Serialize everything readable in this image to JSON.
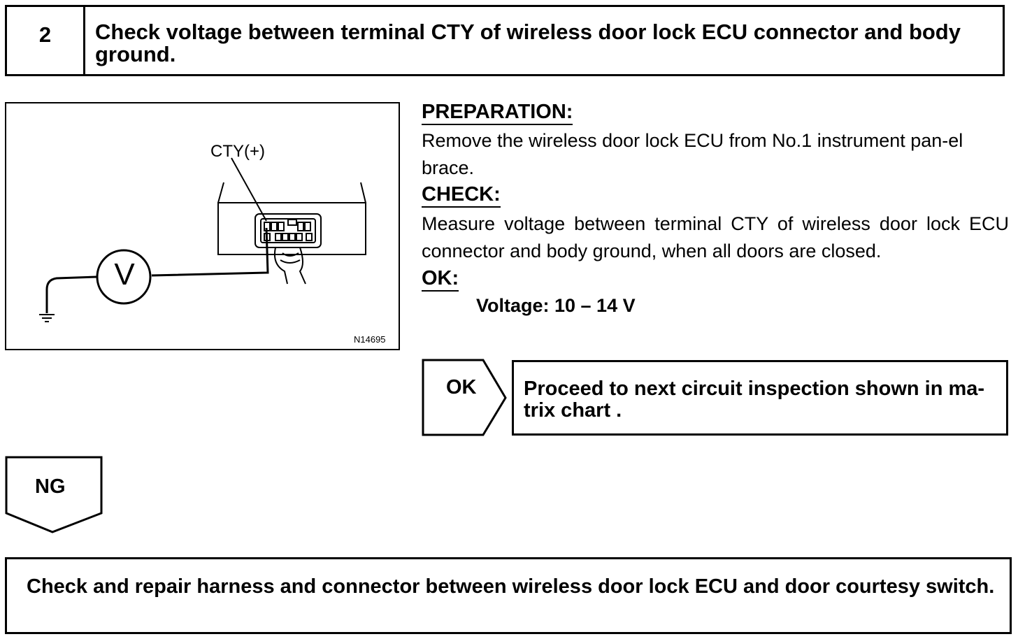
{
  "step": {
    "number": "2",
    "title": "Check voltage between terminal CTY of wireless door lock ECU connector and body ground."
  },
  "illustration": {
    "terminal_label": "CTY(+)",
    "meter_symbol": "V",
    "figure_id": "N14695"
  },
  "preparation": {
    "heading": "PREPARATION:",
    "text": "Remove the wireless door lock ECU from No.1 instrument pan-el brace."
  },
  "check": {
    "heading": "CHECK:",
    "text": "Measure voltage between terminal CTY of wireless door lock ECU connector and body ground, when all doors are closed."
  },
  "ok_spec": {
    "heading": "OK:",
    "spec": "Voltage: 10 – 14 V"
  },
  "ok_result": {
    "label": "OK",
    "text": "Proceed to next circuit inspection shown in ma-trix chart ."
  },
  "ng_result": {
    "label": "NG",
    "text": "Check and repair harness and connector between wireless door lock ECU and door courtesy switch."
  }
}
